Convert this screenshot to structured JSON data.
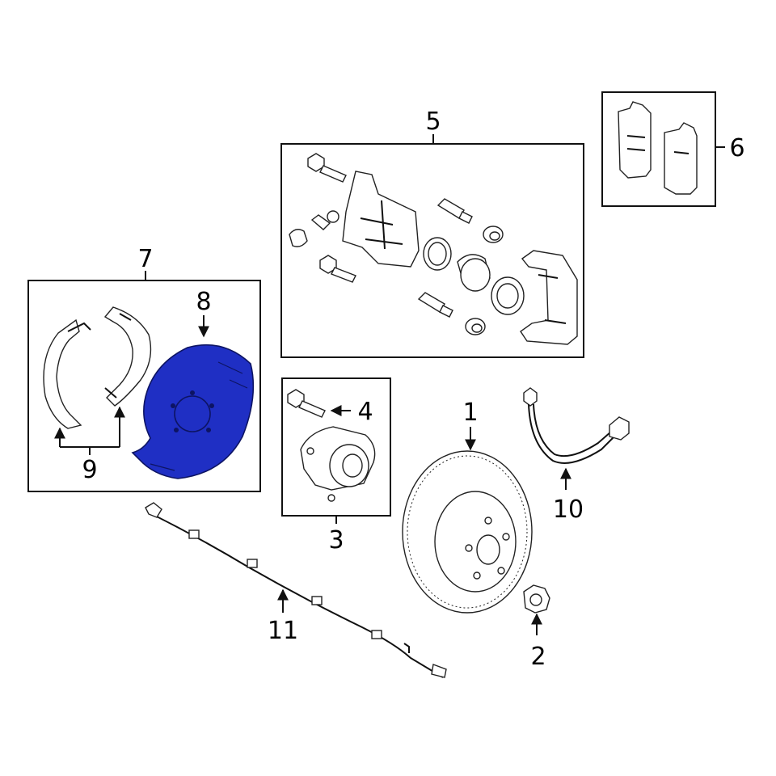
{
  "callouts": [
    {
      "id": "1",
      "label": "1"
    },
    {
      "id": "2",
      "label": "2"
    },
    {
      "id": "3",
      "label": "3"
    },
    {
      "id": "4",
      "label": "4"
    },
    {
      "id": "5",
      "label": "5"
    },
    {
      "id": "6",
      "label": "6"
    },
    {
      "id": "7",
      "label": "7"
    },
    {
      "id": "8",
      "label": "8"
    },
    {
      "id": "9",
      "label": "9"
    },
    {
      "id": "10",
      "label": "10"
    },
    {
      "id": "11",
      "label": "11"
    }
  ],
  "highlight_color": "#1f2fc4",
  "line_color": "#111111",
  "background": "#ffffff"
}
